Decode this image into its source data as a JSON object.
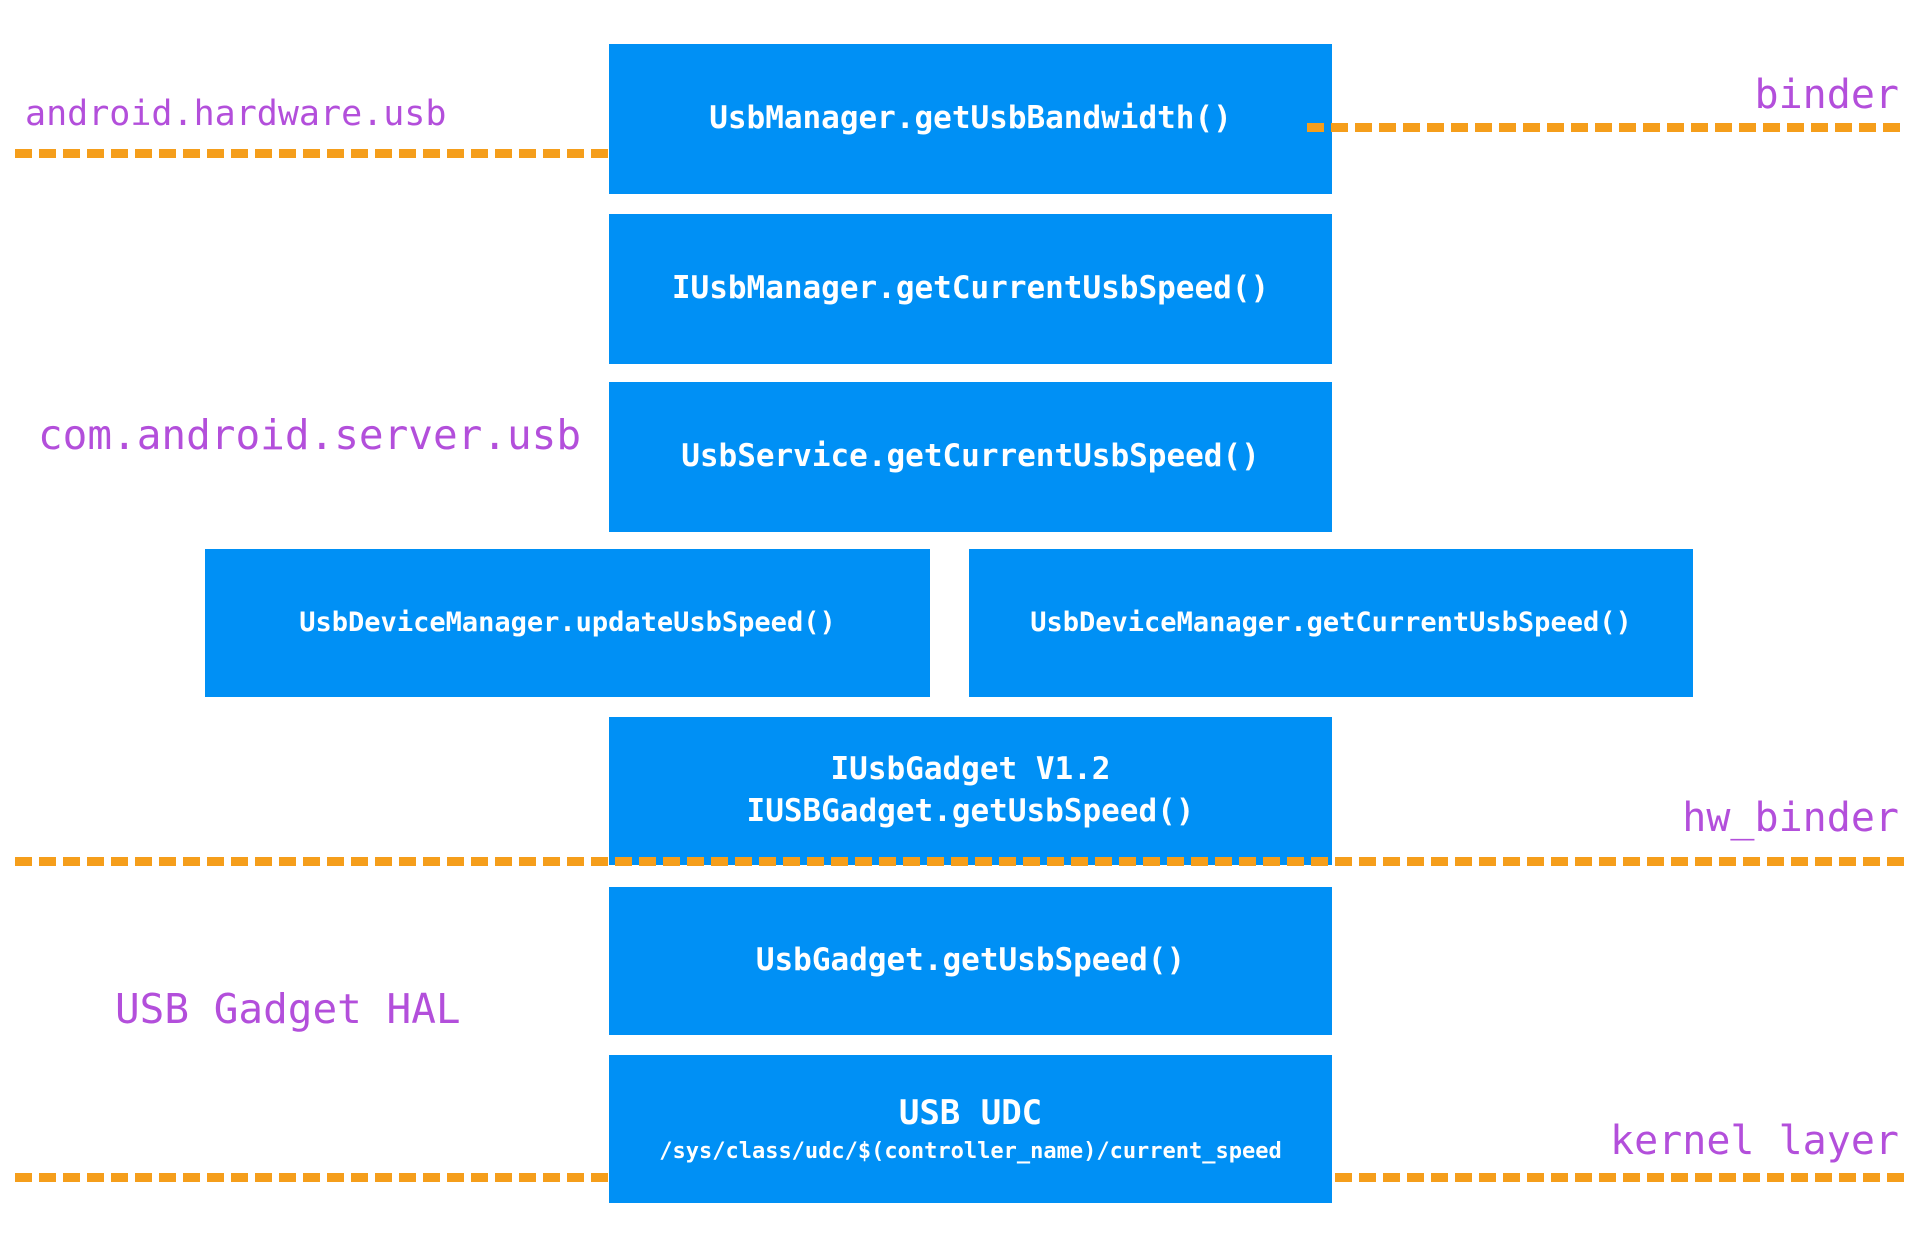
{
  "colors": {
    "box_fill": "#0090F5",
    "box_text": "#ffffff",
    "dash_line": "#F59E1B",
    "layer_label": "#B34FDB",
    "background": "#ffffff"
  },
  "boxes": {
    "usb_manager": {
      "label": "UsbManager.getUsbBandwidth()"
    },
    "iusb_manager": {
      "label": "IUsbManager.getCurrentUsbSpeed()"
    },
    "usb_service": {
      "label": "UsbService.getCurrentUsbSpeed()"
    },
    "update_usb_speed": {
      "label": "UsbDeviceManager.updateUsbSpeed()"
    },
    "get_current_usb_speed": {
      "label": "UsbDeviceManager.getCurrentUsbSpeed()"
    },
    "iusb_gadget": {
      "line1": "IUsbGadget V1.2",
      "line2": "IUSBGadget.getUsbSpeed()"
    },
    "usb_gadget": {
      "label": "UsbGadget.getUsbSpeed()"
    },
    "usb_udc": {
      "line1": "USB UDC",
      "line2": "/sys/class/udc/$(controller_name)/current_speed"
    }
  },
  "layer_labels": {
    "android_hardware_usb": "android.hardware.usb",
    "binder": "binder",
    "com_android_server_usb": "com.android.server.usb",
    "hw_binder": "hw_binder",
    "usb_gadget_hal": "USB Gadget HAL",
    "kernel_layer": "kernel layer"
  }
}
